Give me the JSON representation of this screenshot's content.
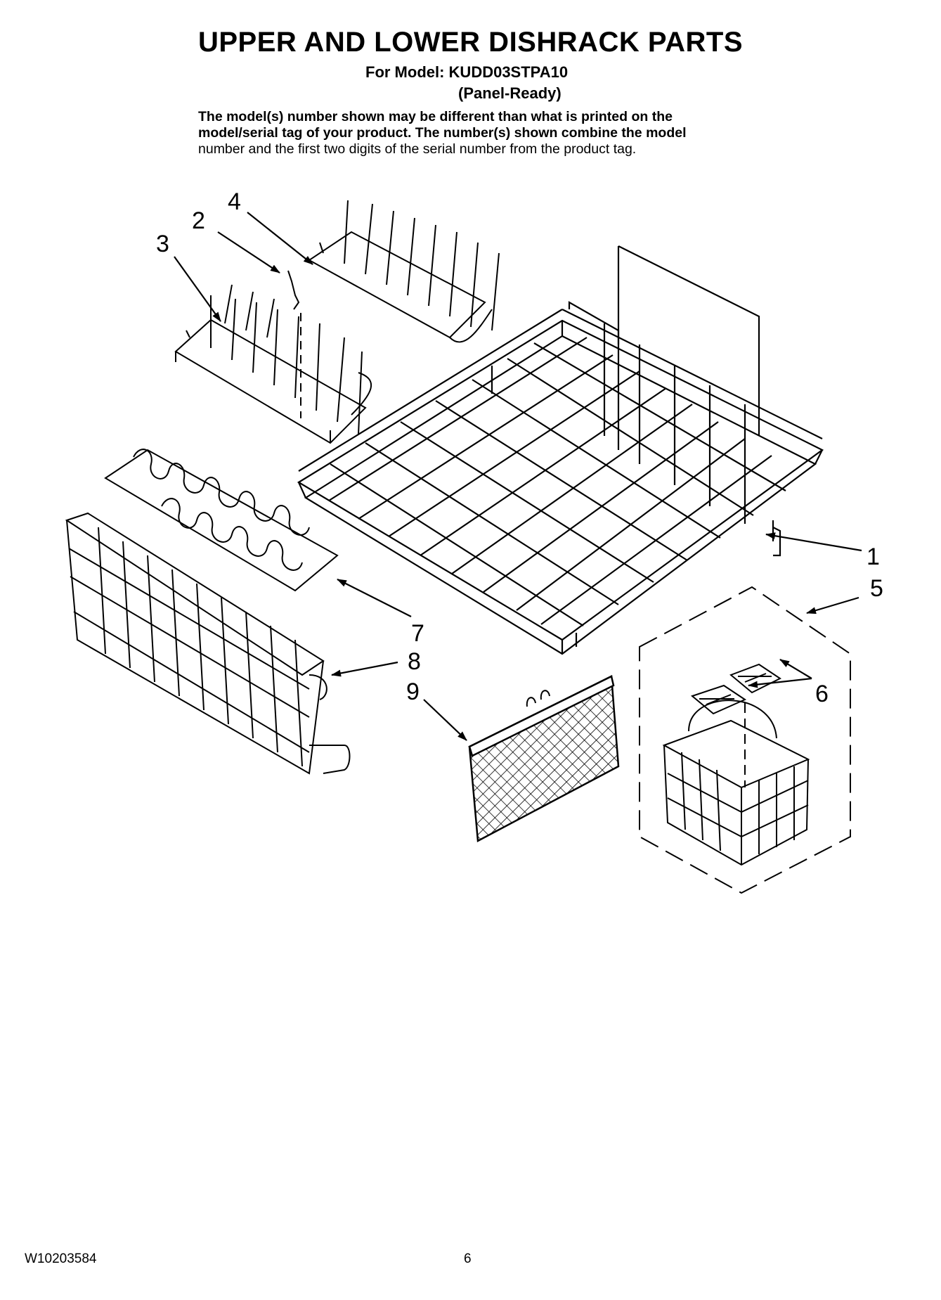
{
  "header": {
    "title": "UPPER AND LOWER DISHRACK PARTS",
    "model_line": "For Model: KUDD03STPA10",
    "variant": "(Panel-Ready)"
  },
  "note": {
    "line1": "The model(s) number shown may be different than what is printed on the",
    "line2": "model/serial tag of your product. The number(s) shown combine the model",
    "line3": "number and the first two digits of the serial number from the product tag."
  },
  "callouts": {
    "c1": "1",
    "c2": "2",
    "c3": "3",
    "c4": "4",
    "c5": "5",
    "c6": "6",
    "c7": "7",
    "c8": "8",
    "c9": "9"
  },
  "footer": {
    "doc_number": "W10203584",
    "page": "6"
  }
}
